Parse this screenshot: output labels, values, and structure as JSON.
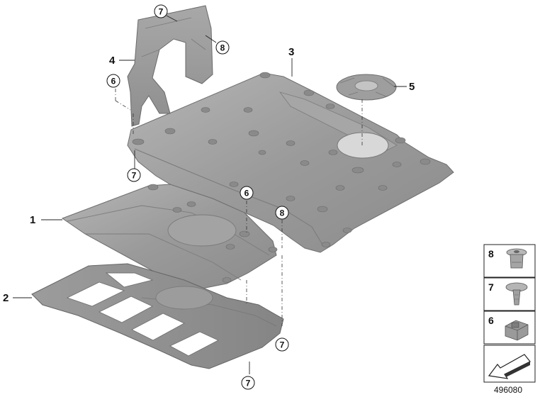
{
  "callouts": {
    "n1": "1",
    "n2": "2",
    "n3": "3",
    "n4": "4",
    "n5": "5",
    "c6a": "6",
    "c6b": "6",
    "c7a": "7",
    "c7b": "7",
    "c7c": "7",
    "c7d": "7",
    "c8a": "8",
    "c8b": "8"
  },
  "parts_legend": [
    {
      "number": "8"
    },
    {
      "number": "7"
    },
    {
      "number": "6"
    }
  ],
  "diagram_number": "496080"
}
